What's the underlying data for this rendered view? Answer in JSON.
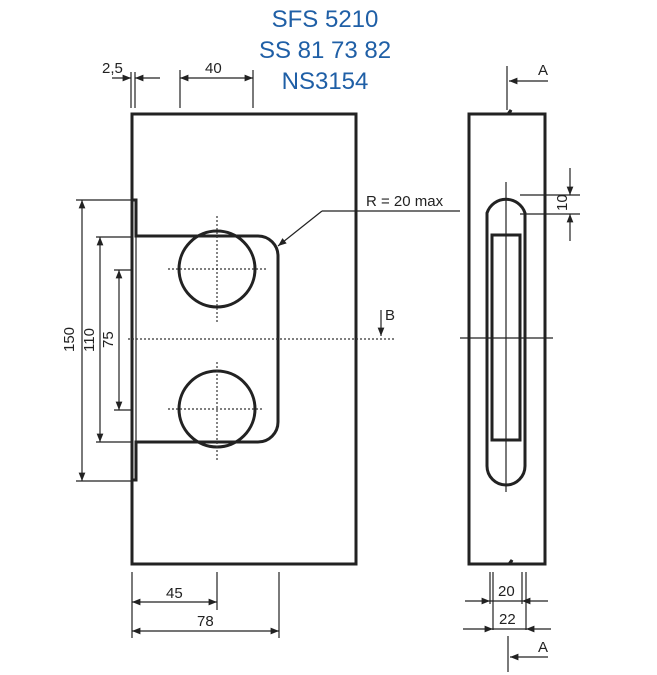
{
  "standards": [
    "SFS 5210",
    "SS 81 73 82",
    "NS3154"
  ],
  "colors": {
    "standards_text": "#1f5fa6",
    "line": "#222222",
    "background": "#ffffff"
  },
  "front_view": {
    "dimensions": {
      "top_offset": "2,5",
      "top_width": "40",
      "height_outer": "150",
      "height_inner": "110",
      "hole_spacing": "75",
      "bottom_hole_center": "45",
      "bottom_total": "78"
    },
    "radius_note": "R = 20 max",
    "section_marker": "B"
  },
  "side_view": {
    "section_marker_top": "A",
    "section_marker_bottom": "A",
    "dimensions": {
      "slot_end": "10",
      "inner_width": "20",
      "outer_width": "22"
    }
  }
}
